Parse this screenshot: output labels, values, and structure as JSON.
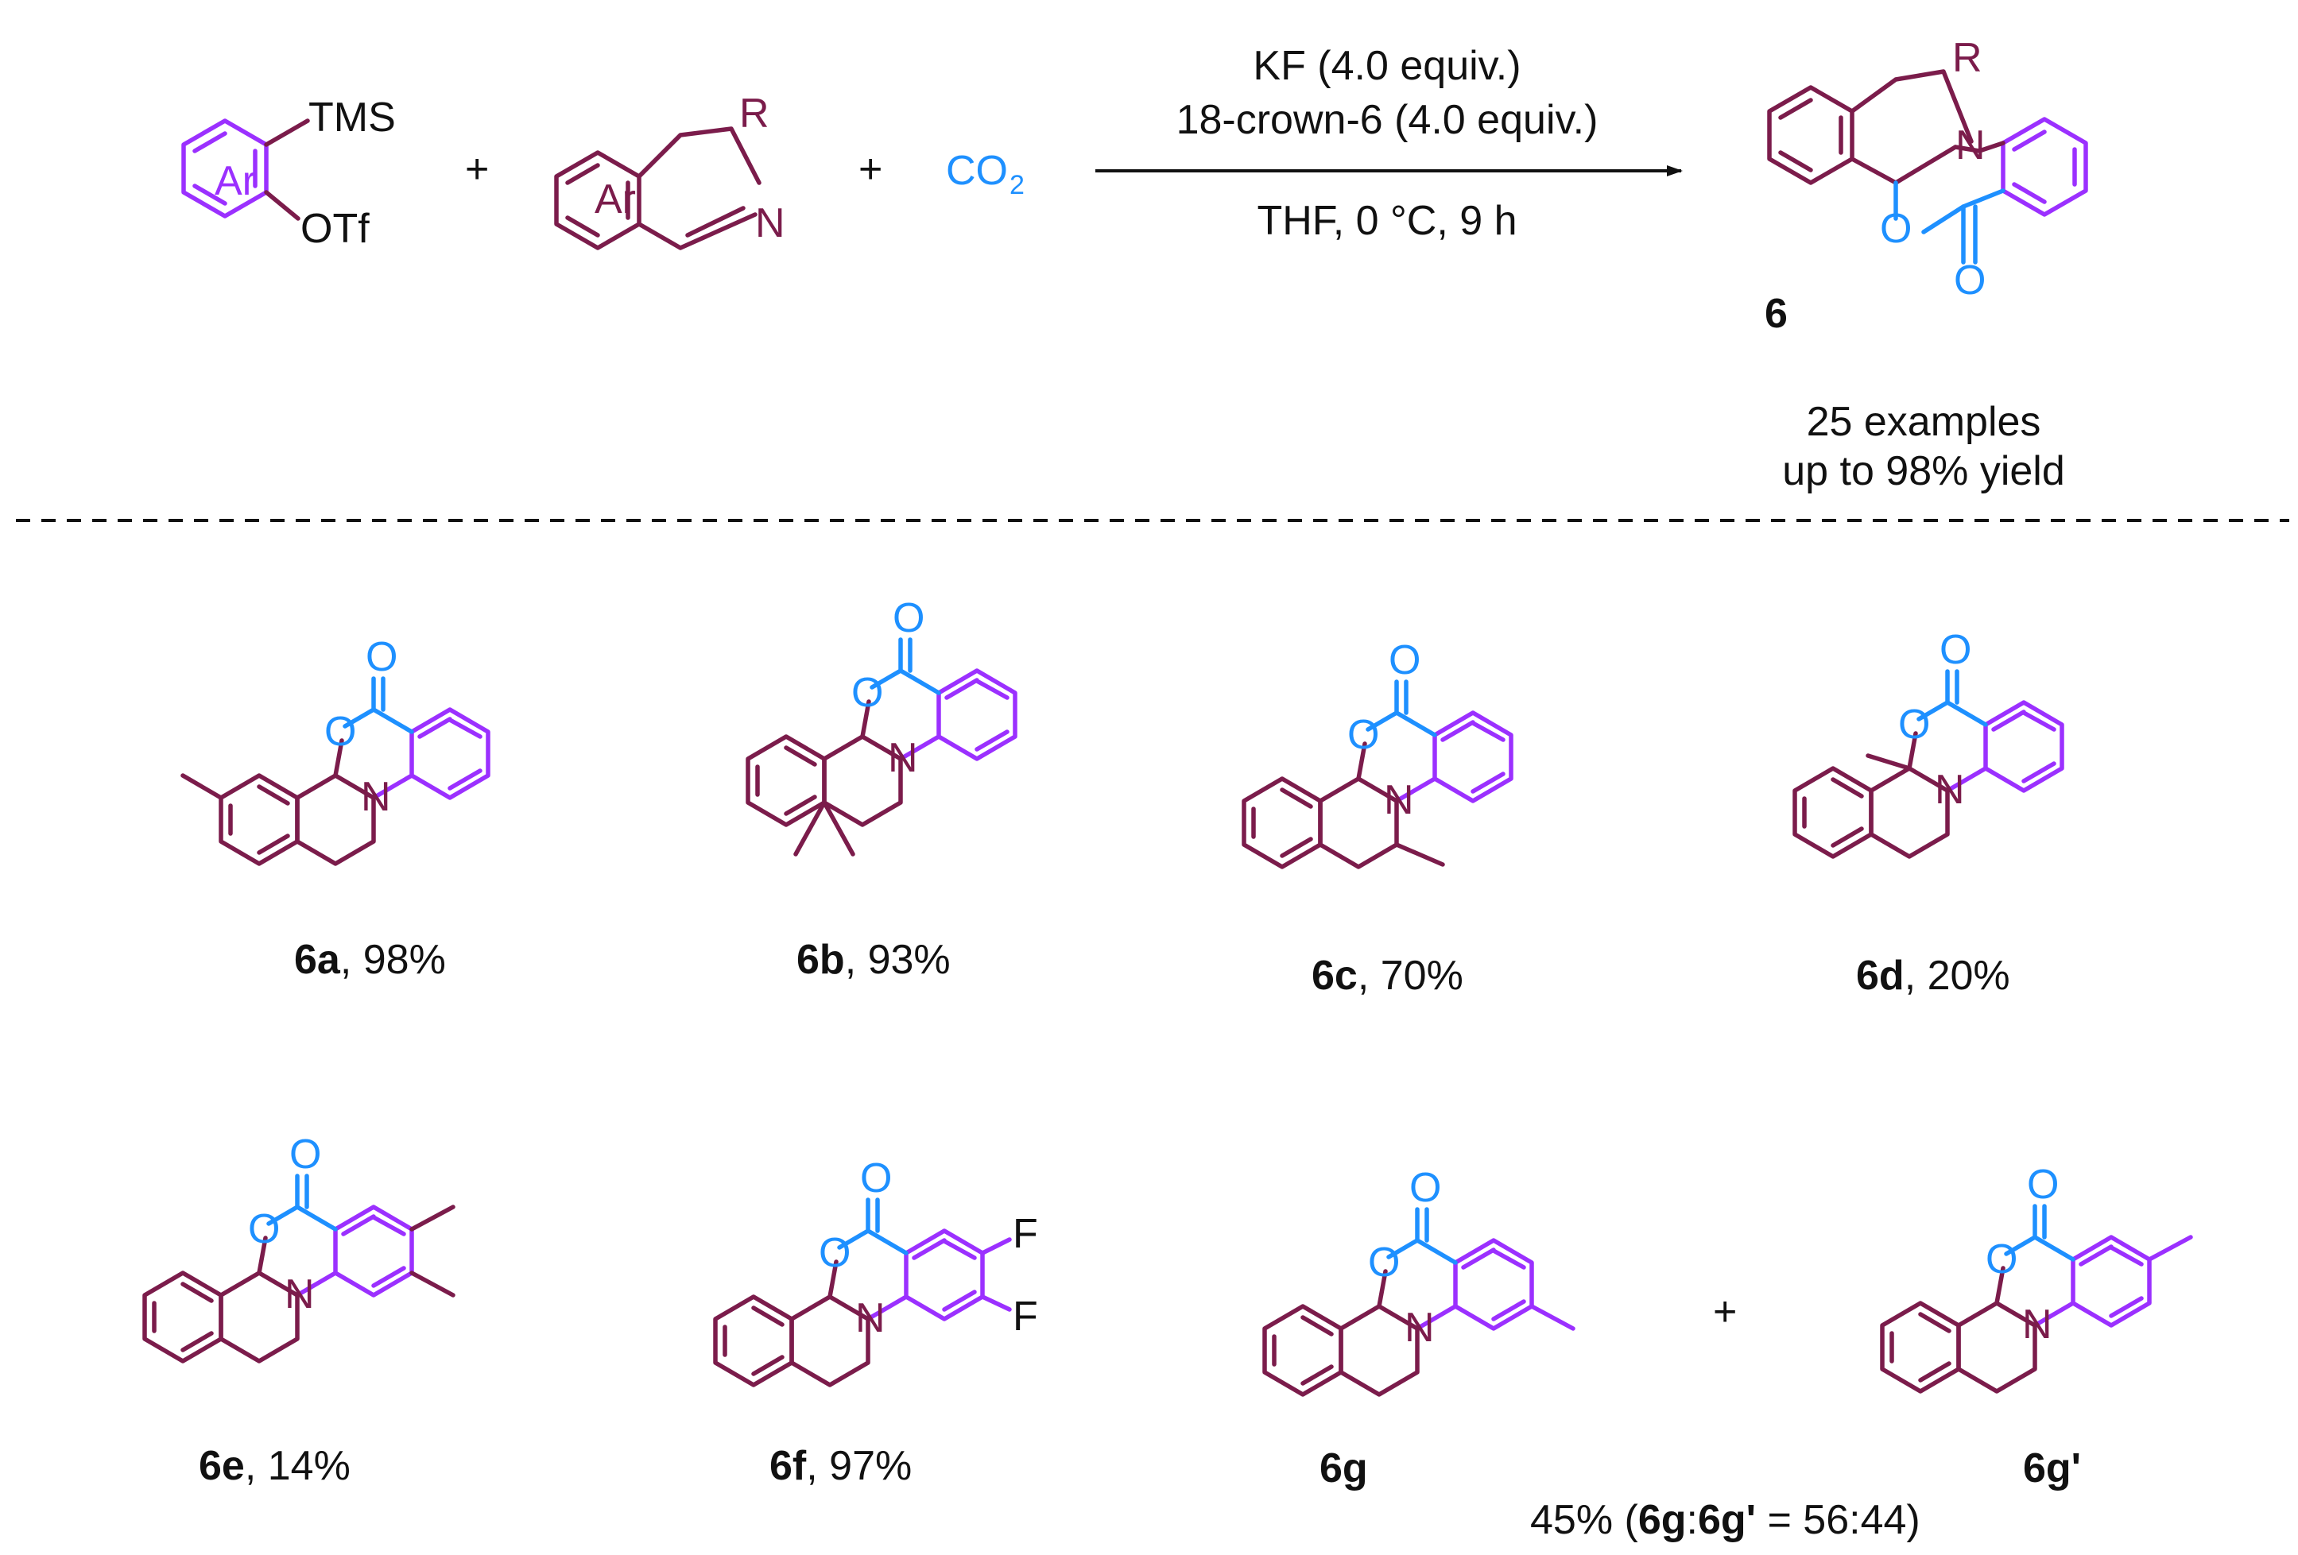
{
  "colors": {
    "scaffold": "#7b1c4b",
    "aryne": "#9b30ff",
    "carbonyl": "#1e90ff",
    "text": "#111111"
  },
  "reaction": {
    "reagent1": {
      "ring_label": "Ar",
      "tms": "TMS",
      "otf": "OTf"
    },
    "plus": "+",
    "reagent2": {
      "ring_label": "Ar",
      "r": "R",
      "n": "N"
    },
    "co2_main": "CO",
    "co2_sub": "2",
    "conditions": {
      "line1": "KF (4.0 equiv.)",
      "line2": "18-crown-6 (4.0 equiv.)",
      "line3": "THF,  0 °C, 9 h"
    },
    "product": {
      "label": "6",
      "r": "R",
      "n": "N",
      "o_ring": "O",
      "o_carbonyl": "O"
    },
    "summary": {
      "line1": "25 examples",
      "line2": "up to 98% yield"
    }
  },
  "products": [
    {
      "id": "6a",
      "yield": ", 98%"
    },
    {
      "id": "6b",
      "yield": ", 93%"
    },
    {
      "id": "6c",
      "yield": ", 70%"
    },
    {
      "id": "6d",
      "yield": ", 20%"
    },
    {
      "id": "6e",
      "yield": ", 14%"
    },
    {
      "id": "6f",
      "yield": ", 97%"
    },
    {
      "id": "6g",
      "yield": ""
    },
    {
      "id": "6g'",
      "yield": ""
    }
  ],
  "atoms": {
    "n": "N",
    "o": "O",
    "f": "F"
  },
  "mixture": {
    "prefix": "45% (",
    "a": "6g",
    "colon": ":",
    "b": "6g'",
    "suffix": " = 56:44)"
  }
}
